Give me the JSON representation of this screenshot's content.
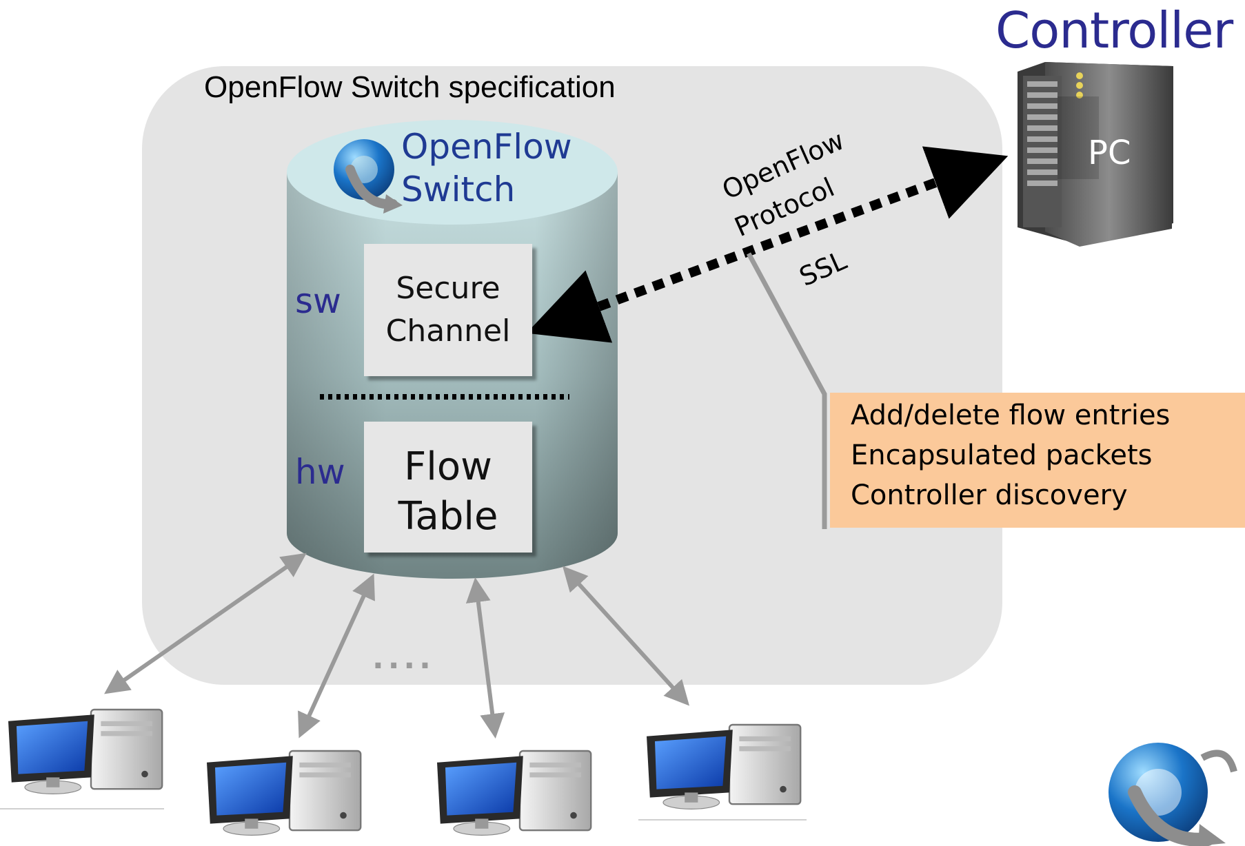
{
  "spec_title": "OpenFlow Switch specification",
  "controller": {
    "title": "Controller",
    "pc_label": "PC"
  },
  "switch": {
    "logo_line1": "OpenFlow",
    "logo_line2": "Switch",
    "sw_label": "sw",
    "hw_label": "hw",
    "secure_channel_line1": "Secure",
    "secure_channel_line2": "Channel",
    "flow_table_line1": "Flow",
    "flow_table_line2": "Table"
  },
  "protocol": {
    "line1": "OpenFlow",
    "line2": "Protocol",
    "ssl": "SSL"
  },
  "messages": [
    "Add/delete flow entries",
    "Encapsulated packets",
    "Controller discovery"
  ],
  "hosts_ellipsis": "....",
  "colors": {
    "label_blue": "#2b2b8f",
    "message_box": "#fbc99a",
    "region": "#e4e4e4",
    "arrow_gray": "#9a9a9a"
  },
  "icons": [
    "openflow-logo-icon",
    "server-tower-icon",
    "desktop-computer-icon"
  ]
}
